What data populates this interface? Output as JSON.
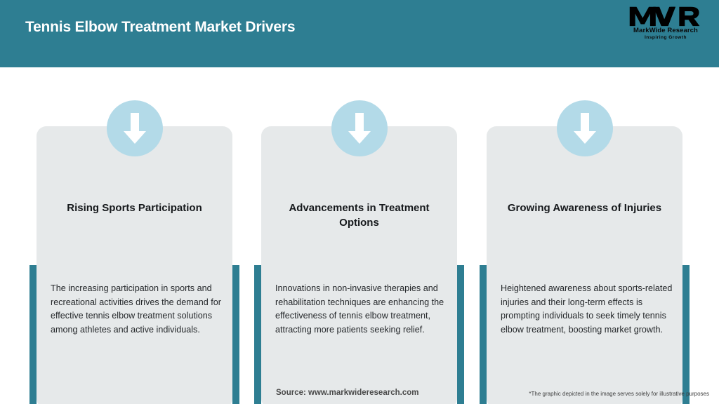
{
  "header": {
    "title": "Tennis Elbow Treatment Market Drivers",
    "background_color": "#2E7E92",
    "title_color": "#FFFFFF"
  },
  "logo": {
    "mark": "MWR",
    "name": "MarkWide Research",
    "tagline": "Inspiring Growth"
  },
  "cards": [
    {
      "icon": "arrow-down-icon",
      "title": "Rising Sports Participation",
      "body": "The increasing participation in sports and recreational activities drives the demand for effective tennis elbow treatment solutions among athletes and active individuals."
    },
    {
      "icon": "arrow-down-icon",
      "title": "Advancements in Treatment Options",
      "body": "Innovations in non-invasive therapies and rehabilitation techniques are enhancing the effectiveness of tennis elbow treatment, attracting more patients seeking relief."
    },
    {
      "icon": "arrow-down-icon",
      "title": "Growing Awareness of Injuries",
      "body": "Heightened awareness about sports-related injuries and their long-term effects is prompting individuals to seek timely tennis elbow treatment, boosting market growth."
    }
  ],
  "footer": {
    "source": "Source: www.markwideresearch.com",
    "disclaimer": "*The graphic depicted in the image serves solely for illustrative purposes"
  },
  "colors": {
    "teal": "#2E7E92",
    "card_background": "#E6E9EA",
    "icon_circle": "#B3DAE8",
    "arrow": "#FFFFFF",
    "page_background": "#FFFFFF"
  }
}
